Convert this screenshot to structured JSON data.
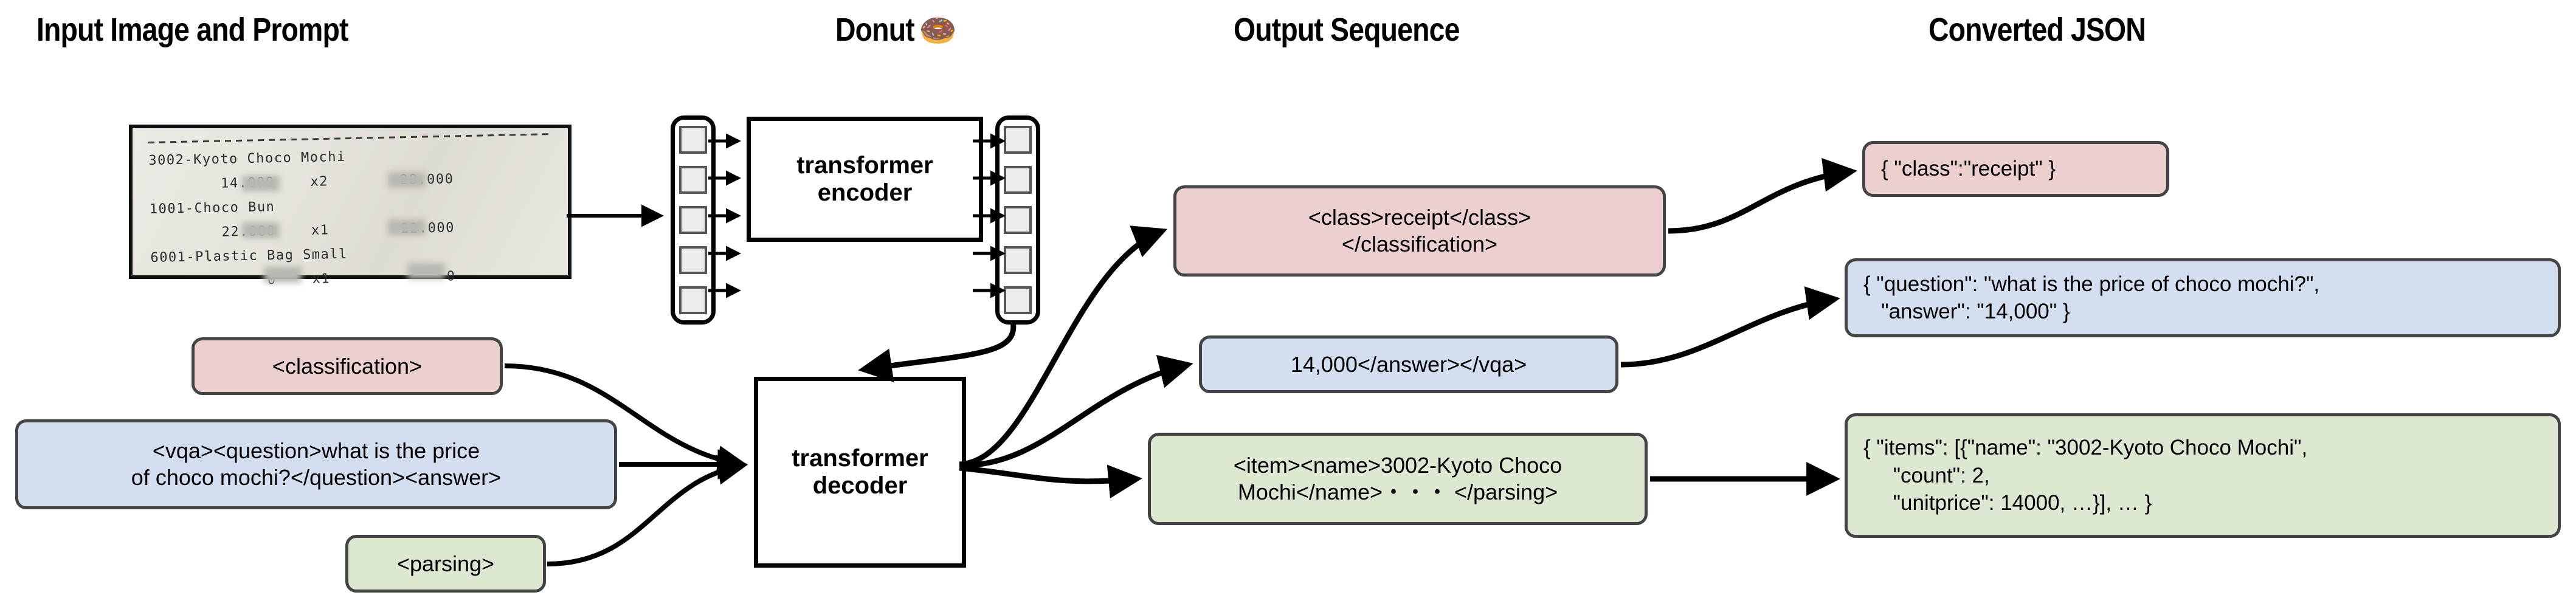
{
  "titles": {
    "input": "Input Image and Prompt",
    "model": "Donut",
    "model_emoji": "🍩",
    "output": "Output Sequence",
    "json": "Converted JSON"
  },
  "receipt": {
    "lines": [
      "3002-Kyoto Choco Mochi",
      "        14.000    x2        28.000",
      "1001-Choco Bun",
      "        22.000    x1        22.000",
      "6001-Plastic Bag Small",
      "             0    x1             0"
    ],
    "items": [
      {
        "code": "3002",
        "name": "Kyoto Choco Mochi",
        "unitprice": "14.000",
        "count": "x2",
        "total": "28.000"
      },
      {
        "code": "1001",
        "name": "Choco Bun",
        "unitprice": "22.000",
        "count": "x1",
        "total": "22.000"
      },
      {
        "code": "6001",
        "name": "Plastic Bag Small",
        "unitprice": "0",
        "count": "x1",
        "total": "0"
      }
    ]
  },
  "model": {
    "encoder_label": "transformer\nencoder",
    "decoder_label": "transformer\ndecoder",
    "encoder_input_tokens": 5,
    "encoder_output_tokens": 5
  },
  "prompts": [
    {
      "id": "classification",
      "text": "<classification>",
      "color": "#eccfcf"
    },
    {
      "id": "vqa",
      "text": "<vqa><question>what is the price\nof choco mochi?</question><answer>",
      "color": "#d3dff0"
    },
    {
      "id": "parsing",
      "text": "<parsing>",
      "color": "#dde8d3"
    }
  ],
  "outputs": [
    {
      "id": "classification-output",
      "text": "<class>receipt</class>\n</classification>",
      "color": "#eccfcf"
    },
    {
      "id": "vqa-output",
      "text": "14,000</answer></vqa>",
      "color": "#d3dff0"
    },
    {
      "id": "parsing-output",
      "text": "<item><name>3002-Kyoto Choco\nMochi</name>・・・ </parsing>",
      "color": "#dde8d3"
    }
  ],
  "json_boxes": [
    {
      "id": "classification-json",
      "text": "{ \"class\":\"receipt\" }",
      "color": "#eccfcf"
    },
    {
      "id": "vqa-json",
      "text": "{ \"question\": \"what is the price of choco mochi?\",\n   \"answer\": \"14,000\" }",
      "color": "#d3dff0"
    },
    {
      "id": "parsing-json",
      "text": "{ \"items\": [{\"name\": \"3002-Kyoto Choco Mochi\",\n     \"count\": 2,\n     \"unitprice\": 14000, …}], … }",
      "color": "#dde8d3"
    }
  ],
  "colors": {
    "pink": "#eccfcf",
    "blue": "#d3dff0",
    "green": "#dde8d3",
    "stroke": "#444444",
    "line": "#000000"
  }
}
